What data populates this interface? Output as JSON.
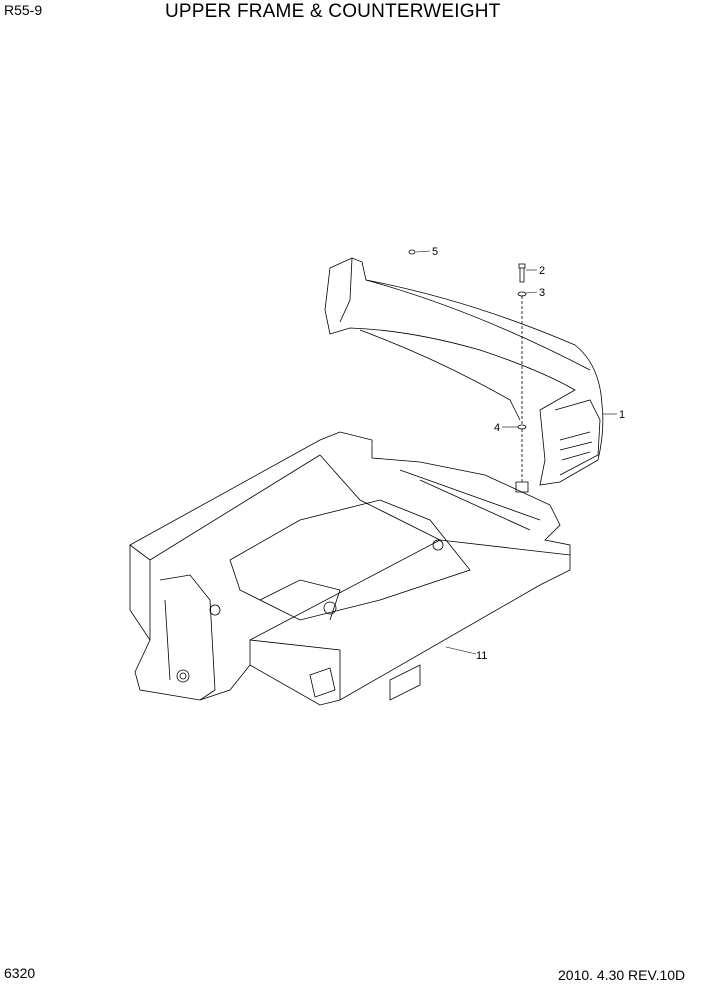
{
  "header": {
    "model": "R55-9",
    "title": "UPPER FRAME & COUNTERWEIGHT"
  },
  "footer": {
    "page_number": "6320",
    "revision": "2010. 4.30  REV.10D"
  },
  "diagram": {
    "callouts": [
      {
        "id": "1",
        "part": "counterweight"
      },
      {
        "id": "2",
        "part": "bolt"
      },
      {
        "id": "3",
        "part": "washer"
      },
      {
        "id": "4",
        "part": "washer"
      },
      {
        "id": "5",
        "part": "plug"
      },
      {
        "id": "11",
        "part": "upper frame"
      }
    ],
    "line_color": "#000000"
  }
}
